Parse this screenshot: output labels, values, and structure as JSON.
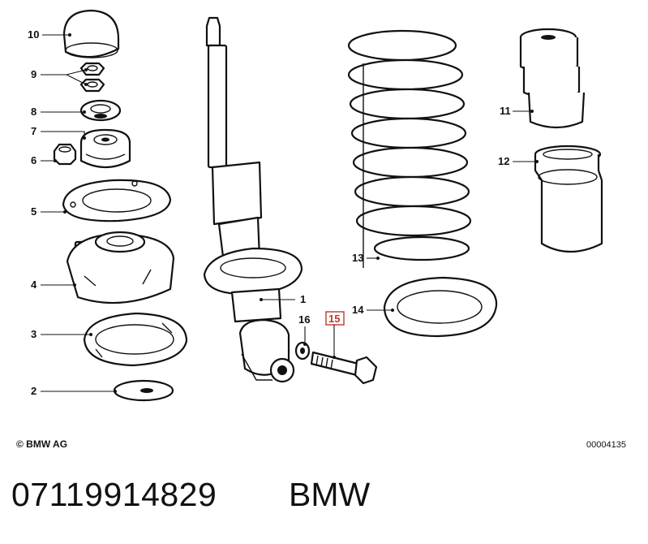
{
  "diagram": {
    "callouts": [
      "1",
      "2",
      "3",
      "4",
      "5",
      "6",
      "7",
      "8",
      "9",
      "10",
      "11",
      "12",
      "13",
      "14",
      "15",
      "16"
    ],
    "highlighted_callout": "15",
    "highlight_color": "#c0392b"
  },
  "footer": {
    "copyright": "© BMW AG",
    "drawing_number": "00004135"
  },
  "part": {
    "number": "07119914829",
    "brand": "BMW"
  }
}
